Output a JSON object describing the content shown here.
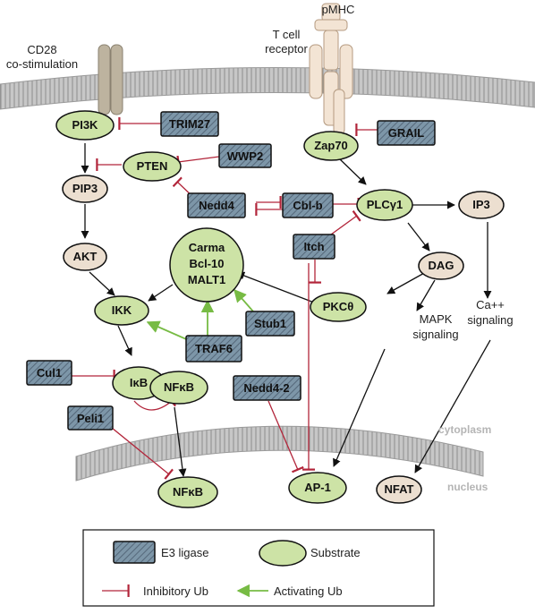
{
  "labels": {
    "pmhc": "pMHC",
    "tcr": [
      "T cell",
      "receptor"
    ],
    "cd28": [
      "CD28",
      "co-stimulation"
    ],
    "mapk": [
      "MAPK",
      "signaling"
    ],
    "ca": [
      "Ca++",
      "signaling"
    ],
    "cytoplasm": "cytoplasm",
    "nucleus": "nucleus"
  },
  "nodes": {
    "pi3k": "PI3K",
    "pten": "PTEN",
    "pip3": "PIP3",
    "akt": "AKT",
    "ikk": "IKK",
    "carma": [
      "Carma",
      "Bcl-10",
      "MALT1"
    ],
    "zap70": "Zap70",
    "plcg1": "PLCγ1",
    "ip3": "IP3",
    "dag": "DAG",
    "pkct": "PKCθ",
    "ikb": "IκB",
    "nfkb_cyto": "NFκB",
    "nfkb_nuc": "NFκB",
    "ap1": "AP-1",
    "nfat": "NFAT"
  },
  "ligases": {
    "trim27": "TRIM27",
    "wwp2": "WWP2",
    "nedd4": "Nedd4",
    "cblb": "Cbl-b",
    "grail": "GRAIL",
    "itch": "Itch",
    "stub1": "Stub1",
    "traf6": "TRAF6",
    "cul1": "Cul1",
    "peli1": "Peli1",
    "nedd42": "Nedd4-2"
  },
  "legend": {
    "e3": "E3 ligase",
    "substrate": "Substrate",
    "inhibitory": "Inhibitory Ub",
    "activating": "Activating Ub"
  },
  "colors": {
    "substrate_fill": "#cde3a6",
    "mediator_fill": "#ecdfd0",
    "ligase_fill": "#8aa3b4",
    "inhibitory": "#b2253a",
    "activating": "#77bb44",
    "membrane": "#bdbdbd"
  }
}
